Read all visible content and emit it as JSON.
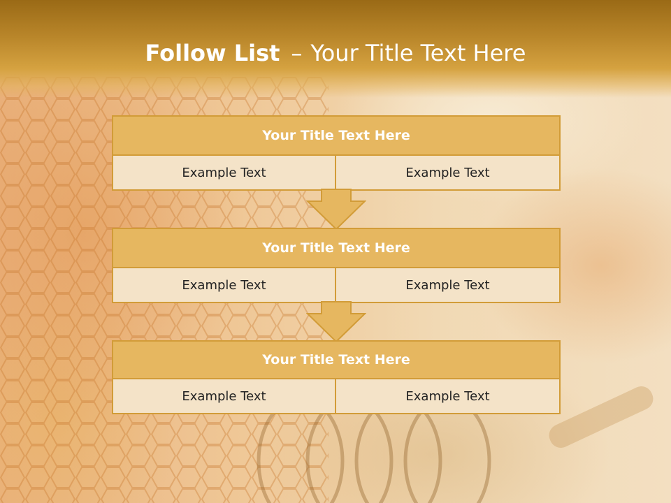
{
  "slide": {
    "title_bold": "Follow List",
    "title_separator": "–",
    "title_rest": "Your Title Text Here"
  },
  "blocks": [
    {
      "title": "Your Title Text Here",
      "cells": [
        "Example Text",
        "Example Text"
      ]
    },
    {
      "title": "Your Title Text Here",
      "cells": [
        "Example Text",
        "Example Text"
      ]
    },
    {
      "title": "Your Title Text Here",
      "cells": [
        "Example Text",
        "Example Text"
      ]
    }
  ],
  "colors": {
    "header_band": "#b9862a",
    "block_title_fill": "#e6b760",
    "block_border": "#d29c38",
    "cell_fill": "#f4e3c8",
    "arrow_fill": "#e6b760"
  },
  "icons": {
    "connector": "down-arrow-icon"
  }
}
